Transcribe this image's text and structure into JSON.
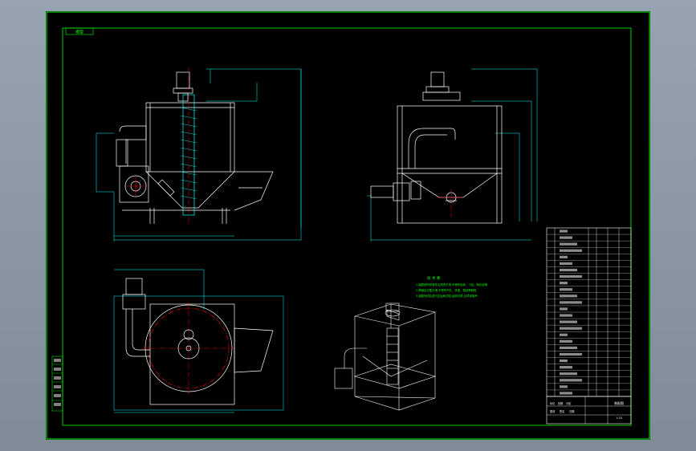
{
  "drawing": {
    "sheet_tab": "模型",
    "title_block": {
      "drawing_name": "装配图",
      "scale": "1:10"
    },
    "tech_requirements": {
      "heading": "技 术 要",
      "lines": [
        "1.装配前所有零件应清洗干净,不得有毛刺、飞边、氧化皮等",
        "2.焊缝应平整光滑,不得有气孔、夹渣、裂纹等缺陷",
        "3.装配完成后进行空运转试验,运转平稳,无异常噪声"
      ]
    },
    "revision_labels": [
      "标记",
      "处数",
      "分区",
      "更改",
      "签名",
      "日期"
    ],
    "parts_rows": 26,
    "colors": {
      "frame": "#00ff00",
      "outline": "#ffffff",
      "dimension": "#00ffff",
      "centerline": "#ff0000",
      "text": "#00ff00"
    }
  }
}
